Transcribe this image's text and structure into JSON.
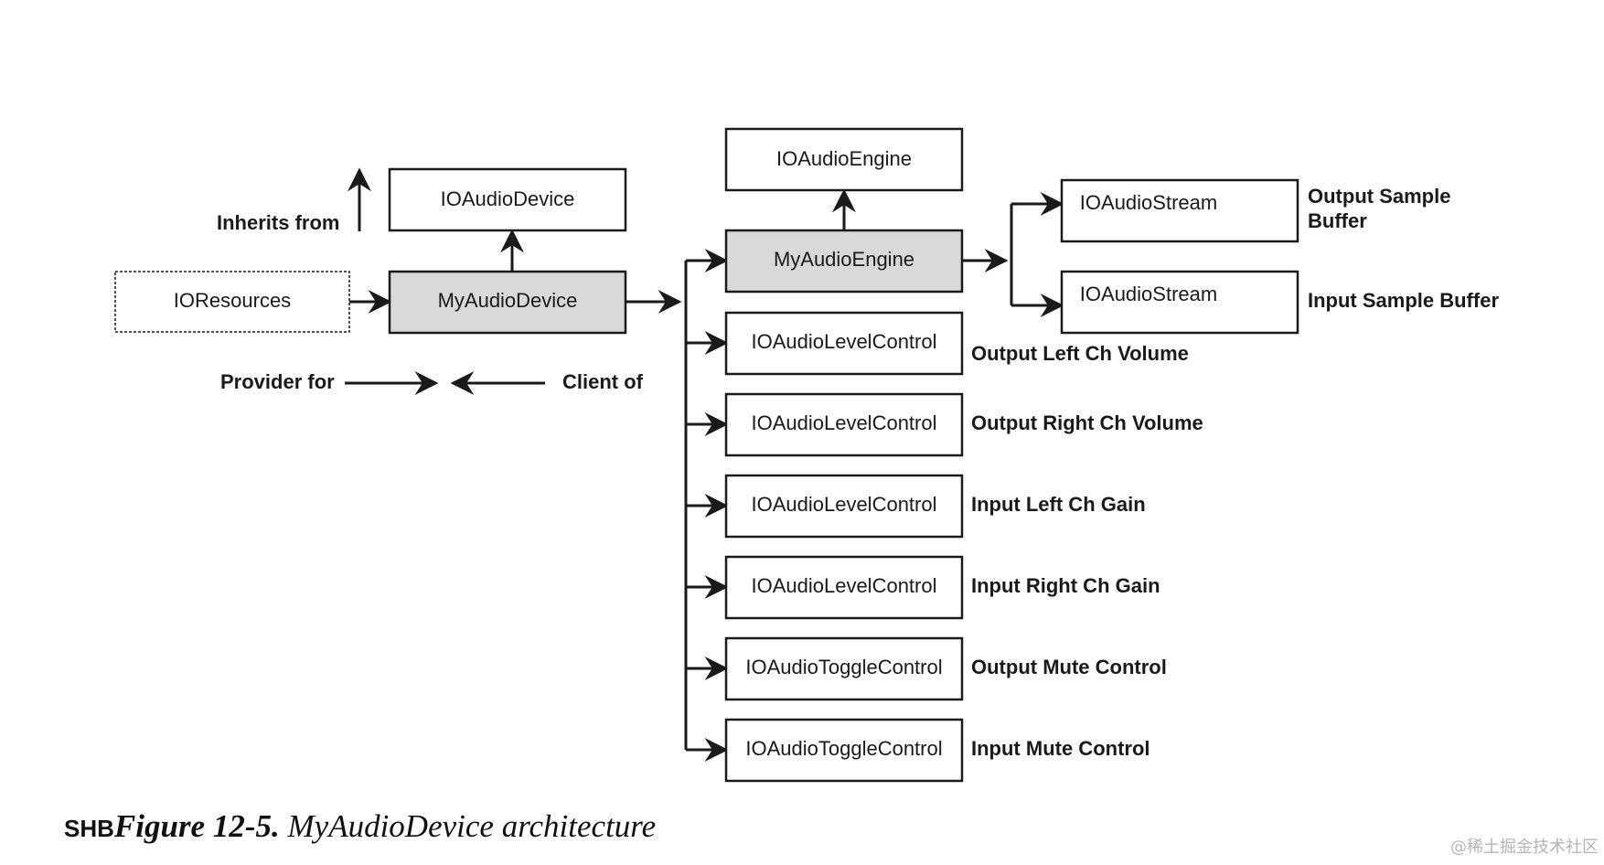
{
  "legend": {
    "inherits_from": "Inherits from",
    "provider_for": "Provider for",
    "client_of": "Client of"
  },
  "nodes": {
    "ioresources": "IOResources",
    "myaudiodevice": "MyAudioDevice",
    "ioaudiodevice": "IOAudioDevice",
    "ioaudioengine": "IOAudioEngine",
    "myaudioengine": "MyAudioEngine",
    "stream_output": "IOAudioStream",
    "stream_input": "IOAudioStream",
    "level_out_left": "IOAudioLevelControl",
    "level_out_right": "IOAudioLevelControl",
    "level_in_left": "IOAudioLevelControl",
    "level_in_right": "IOAudioLevelControl",
    "toggle_out_mute": "IOAudioToggleControl",
    "toggle_in_mute": "IOAudioToggleControl"
  },
  "annotations": {
    "output_sample_buffer_line1": "Output Sample",
    "output_sample_buffer_line2": "Buffer",
    "input_sample_buffer": "Input Sample Buffer",
    "output_left_ch_volume": "Output Left Ch Volume",
    "output_right_ch_volume": "Output Right Ch Volume",
    "input_left_ch_gain": "Input Left Ch Gain",
    "input_right_ch_gain": "Input Right Ch Gain",
    "output_mute_control": "Output Mute Control",
    "input_mute_control": "Input Mute Control"
  },
  "caption": {
    "prefix": "SHB",
    "number": "Figure 12-5.",
    "title": " MyAudioDevice architecture"
  },
  "watermark": "@稀土掘金技术社区",
  "colors": {
    "box_fill_shaded": "#d9d9d9",
    "stroke": "#1a1a1a"
  }
}
